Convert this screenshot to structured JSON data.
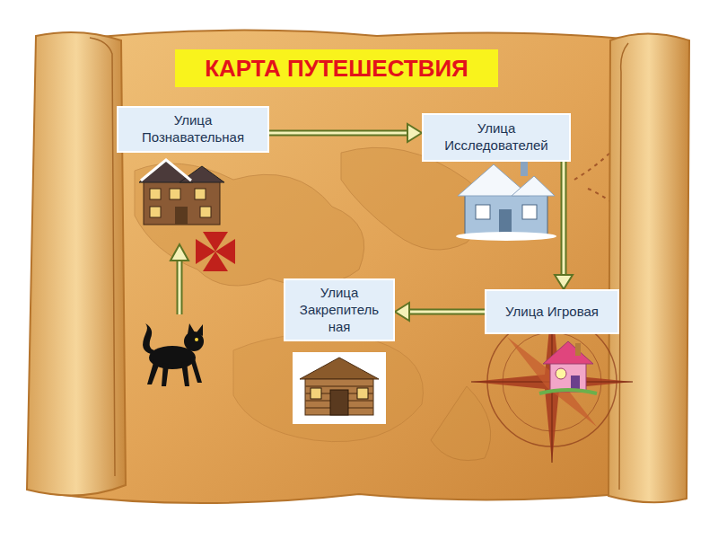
{
  "diagram": {
    "title": "КАРТА ПУТЕШЕСТВИЯ",
    "nodes": [
      {
        "text": [
          "Улица Познавательная"
        ]
      },
      {
        "text": [
          "Улица Исследователей"
        ]
      },
      {
        "text": [
          "Улица Игровая"
        ]
      },
      {
        "text": [
          "Улица Закрепитель ная"
        ]
      }
    ],
    "edges": [
      {
        "from": 0,
        "to": 1,
        "arrow": "to"
      },
      {
        "from": 1,
        "to": 2,
        "arrow": "to"
      },
      {
        "from": 2,
        "to": 3,
        "arrow": "to"
      }
    ]
  }
}
